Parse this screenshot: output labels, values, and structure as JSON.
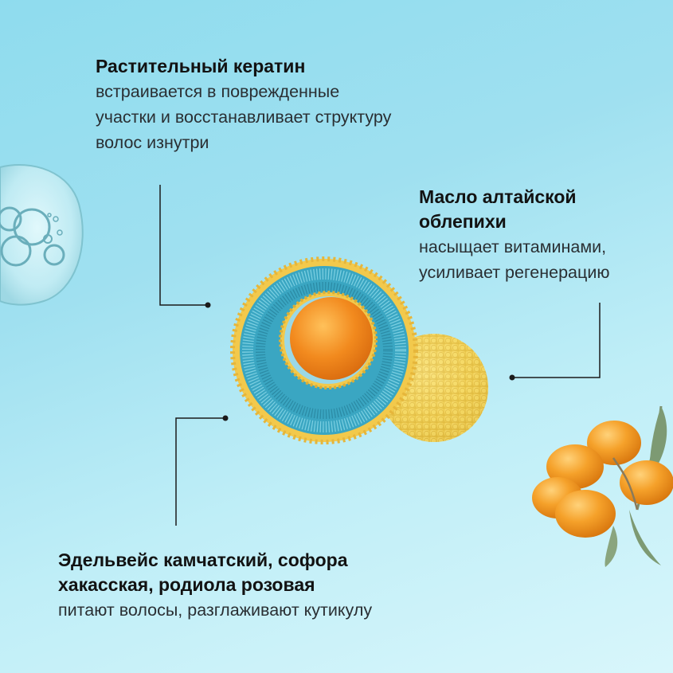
{
  "keratin": {
    "title": "Растительный кератин",
    "description_lines": [
      "встраивается в поврежденные",
      "участки и восстанавливает структуру",
      "волос изнутри"
    ]
  },
  "oil": {
    "title_lines": [
      "Масло алтайской",
      "облепихи"
    ],
    "description_lines": [
      "насыщает витаминами,",
      "усиливает регенерацию"
    ]
  },
  "edelweiss": {
    "title_lines": [
      "Эдельвейс камчатский, софора",
      "хакасская, родиола розовая"
    ],
    "description_lines": [
      "питают волосы, разглаживают кутикулу"
    ]
  },
  "colors": {
    "background": "#9fe0f0",
    "accent_yellow": "#f2c94c",
    "accent_blue": "#3aa6c2",
    "core_orange": "#f08a24",
    "line": "#1b1b1b"
  },
  "illustrations": [
    "gel-drop-icon",
    "liposome-illustration",
    "sea-buckthorn-icon"
  ]
}
